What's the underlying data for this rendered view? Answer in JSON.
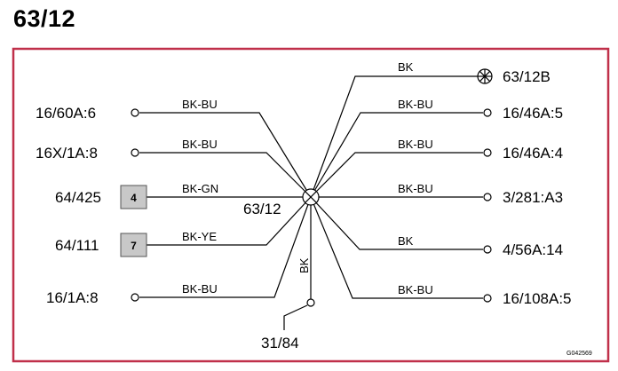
{
  "title": "63/12",
  "center_label": "63/12",
  "ground": {
    "wire_color": "BK",
    "label": "31/84"
  },
  "lamp": {
    "wire_color": "BK",
    "label": "63/12B"
  },
  "left": [
    {
      "label": "16/60A:6",
      "wire_color": "BK-BU",
      "terminal": "circle"
    },
    {
      "label": "16X/1A:8",
      "wire_color": "BK-BU",
      "terminal": "circle"
    },
    {
      "label": "64/425",
      "wire_color": "BK-GN",
      "terminal": "box",
      "pin": "4"
    },
    {
      "label": "64/111",
      "wire_color": "BK-YE",
      "terminal": "box",
      "pin": "7"
    },
    {
      "label": "16/1A:8",
      "wire_color": "BK-BU",
      "terminal": "circle"
    }
  ],
  "right": [
    {
      "label": "16/46A:5",
      "wire_color": "BK-BU"
    },
    {
      "label": "16/46A:4",
      "wire_color": "BK-BU"
    },
    {
      "label": "3/281:A3",
      "wire_color": "BK-BU"
    },
    {
      "label": "4/56A:14",
      "wire_color": "BK"
    },
    {
      "label": "16/108A:5",
      "wire_color": "BK-BU"
    }
  ],
  "figure_code": "G042569",
  "colors": {
    "frame": "#c0304a",
    "box_fill": "#c8c8c8",
    "line": "#000000"
  }
}
